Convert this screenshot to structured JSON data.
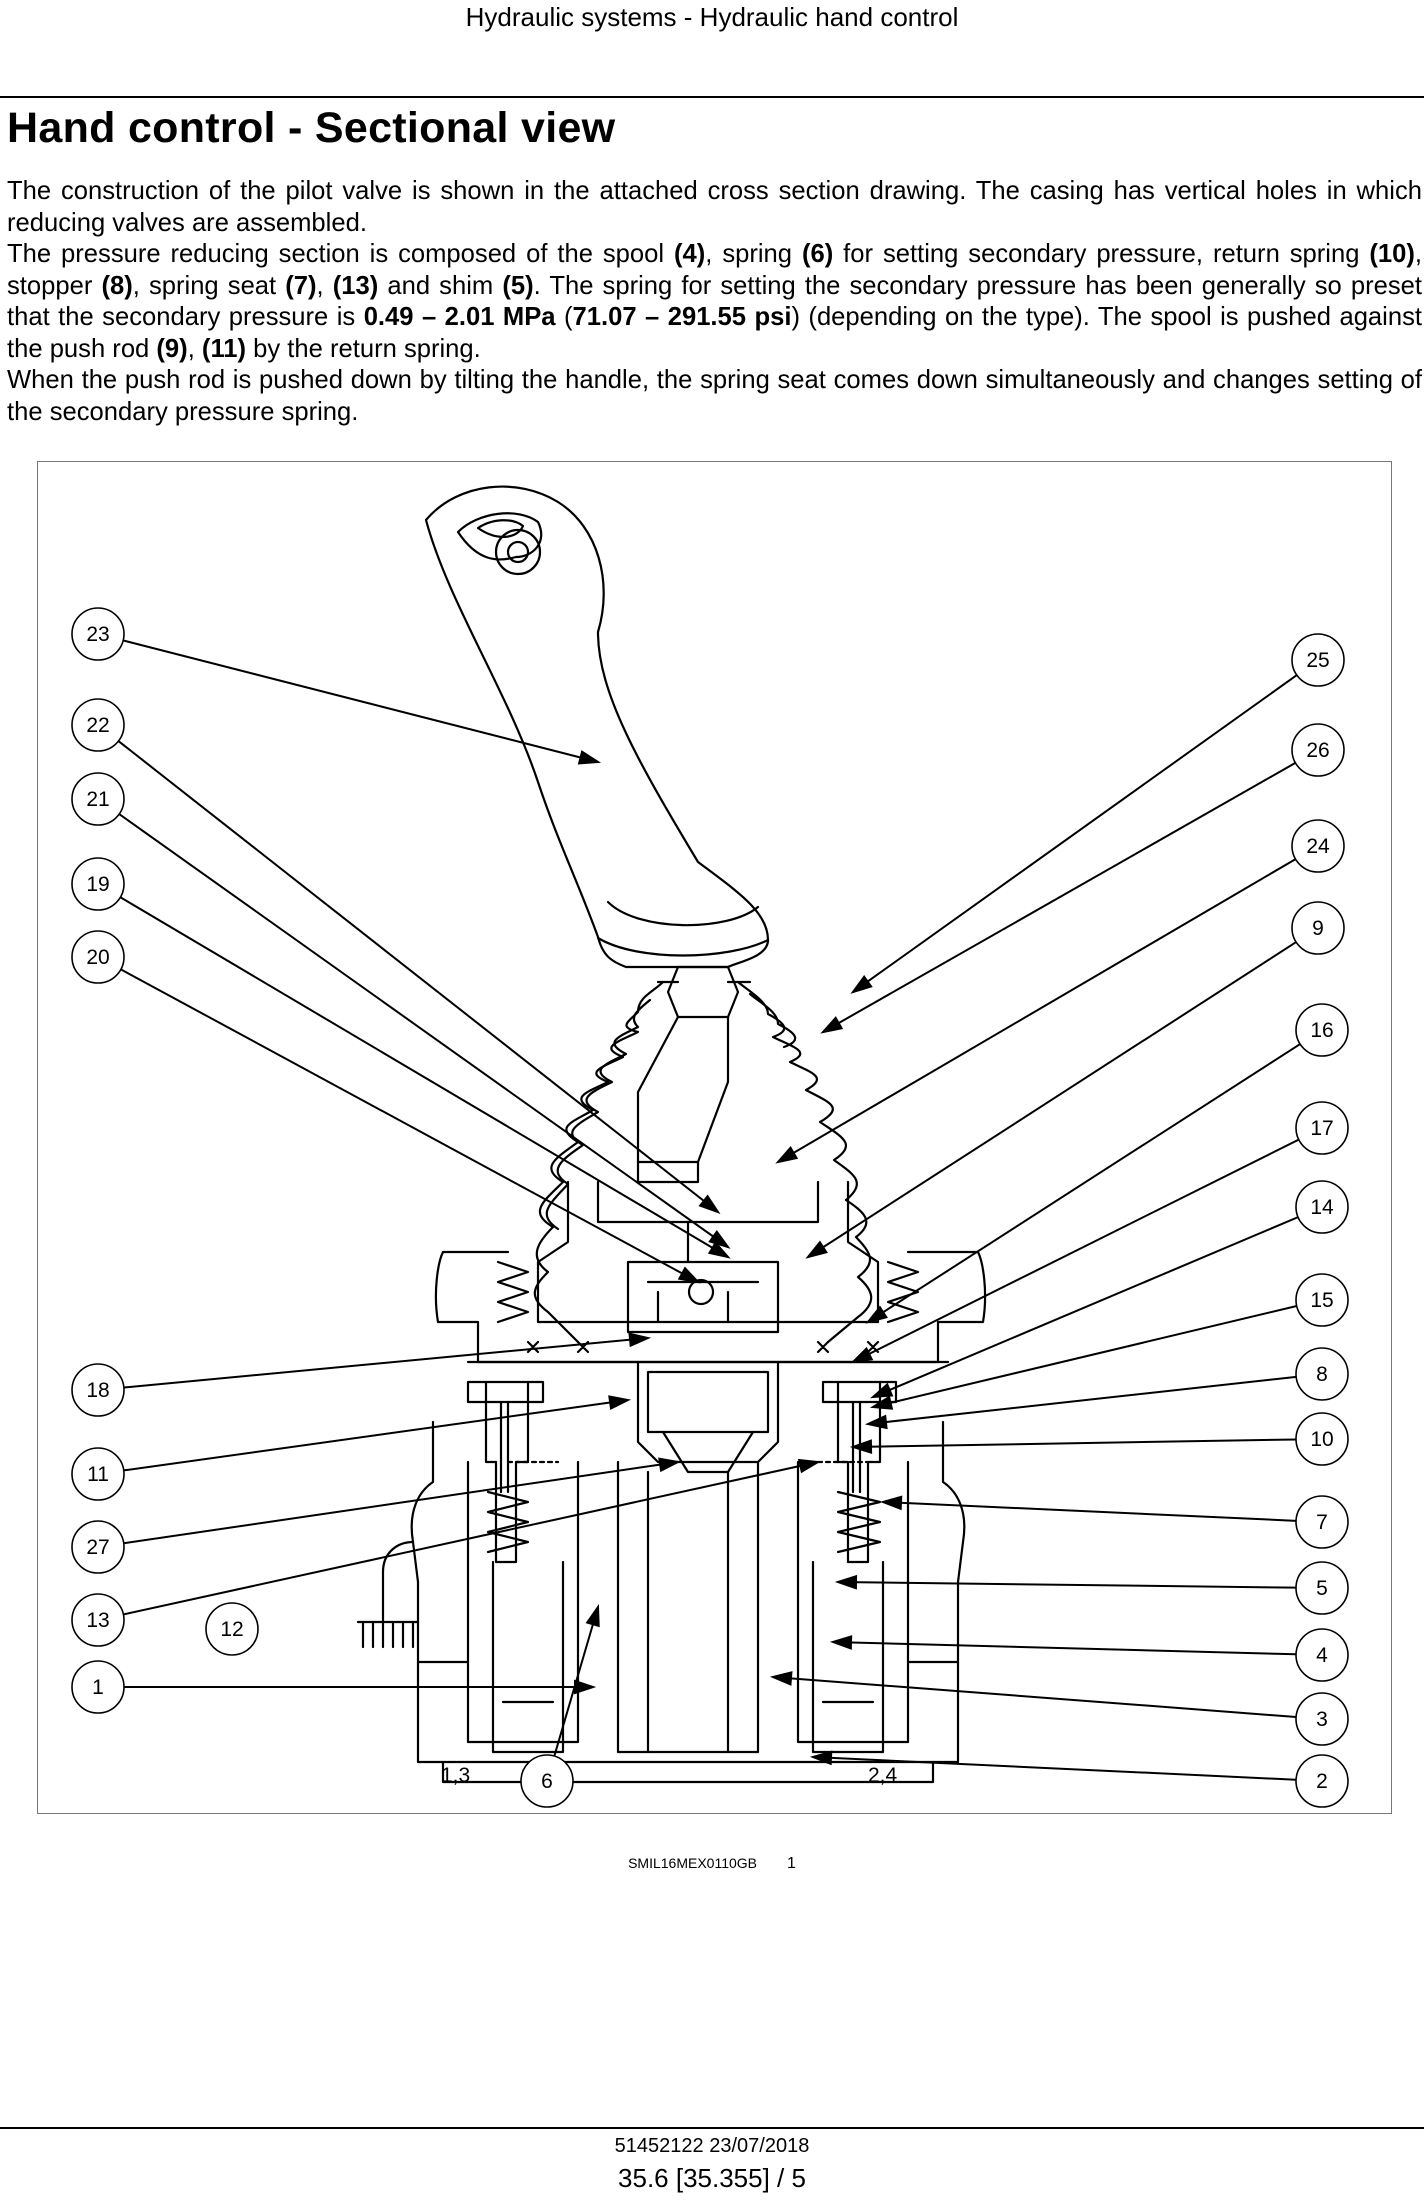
{
  "header": {
    "title": "Hydraulic systems - Hydraulic hand control"
  },
  "page_title": "Hand control - Sectional view",
  "paragraphs": [
    "The construction of the pilot valve is shown in the attached cross section drawing. The casing has vertical holes in which reducing valves are assembled.",
    [
      {
        "t": "The pressure reducing section is composed of the spool "
      },
      {
        "t": "(4)",
        "b": true
      },
      {
        "t": ", spring "
      },
      {
        "t": "(6)",
        "b": true
      },
      {
        "t": " for setting secondary pressure, return spring "
      },
      {
        "t": "(10)",
        "b": true
      },
      {
        "t": ", stopper "
      },
      {
        "t": "(8)",
        "b": true
      },
      {
        "t": ", spring seat "
      },
      {
        "t": "(7)",
        "b": true
      },
      {
        "t": ", "
      },
      {
        "t": "(13)",
        "b": true
      },
      {
        "t": " and shim "
      },
      {
        "t": "(5)",
        "b": true
      },
      {
        "t": ". The spring for setting the secondary pressure has been generally so preset that the secondary pressure is "
      },
      {
        "t": "0.49 – 2.01 MPa",
        "b": true
      },
      {
        "t": " ("
      },
      {
        "t": "71.07 – 291.55 psi",
        "b": true
      },
      {
        "t": ") (depending on the type). The spool is pushed against the push rod "
      },
      {
        "t": "(9)",
        "b": true
      },
      {
        "t": ", "
      },
      {
        "t": "(11)",
        "b": true
      },
      {
        "t": " by the return spring."
      }
    ],
    "When the push rod is pushed down by tilting the handle, the spring seat comes down simultaneously and changes setting of the secondary pressure spring."
  ],
  "figure": {
    "callouts": [
      "23",
      "22",
      "21",
      "19",
      "20",
      "18",
      "11",
      "27",
      "13",
      "12",
      "1",
      "6",
      "25",
      "26",
      "24",
      "9",
      "16",
      "17",
      "14",
      "15",
      "8",
      "10",
      "7",
      "5",
      "4",
      "3",
      "2"
    ],
    "sub_labels": [
      "1,3",
      "2,4"
    ],
    "caption_code": "SMIL16MEX0110GB",
    "caption_number": "1"
  },
  "footer": {
    "ref": "51452122 23/07/2018",
    "page": "35.6 [35.355] / 5"
  }
}
